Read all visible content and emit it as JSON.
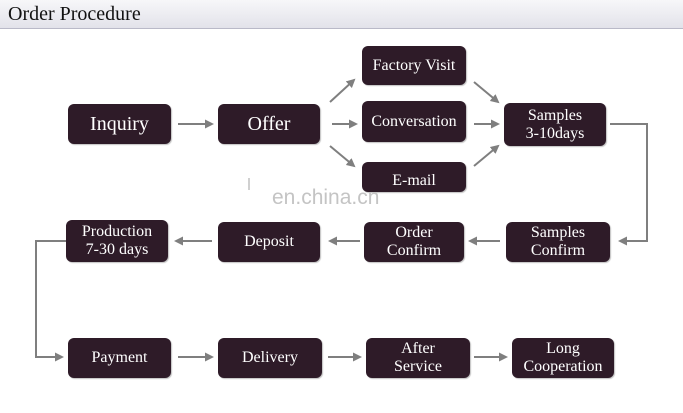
{
  "header": {
    "title": "Order Procedure"
  },
  "nodes": {
    "inquiry": "Inquiry",
    "offer": "Offer",
    "factory_visit": "Factory Visit",
    "conversation": "Conversation",
    "email": "E-mail",
    "samples": "Samples\n3-10days",
    "samples_confirm": "Samples\nConfirm",
    "order_confirm": "Order\nConfirm",
    "deposit": "Deposit",
    "production": "Production\n7-30 days",
    "payment": "Payment",
    "delivery": "Delivery",
    "after_service": "After\nService",
    "long_cooperation": "Long\nCooperation"
  },
  "watermark": {
    "text": "en.china.cn"
  },
  "colors": {
    "node_fill": "#2e1b28",
    "node_text": "#ffffff",
    "arrow": "#7f7f7f",
    "header_border": "#b9b9c8"
  }
}
